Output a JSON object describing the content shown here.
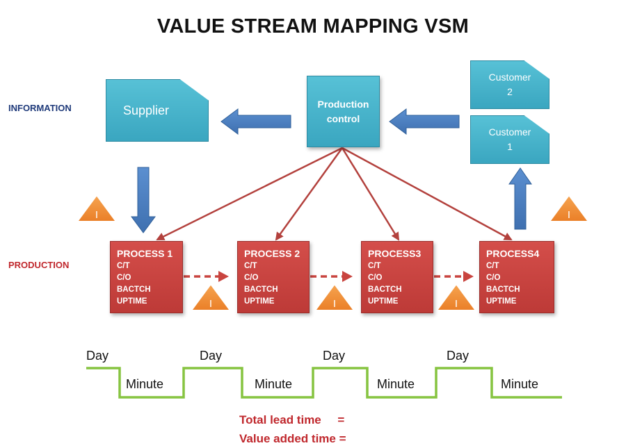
{
  "title": "VALUE STREAM MAPPING VSM",
  "rows": {
    "information": "INFORMATION",
    "production": "PRODUCTION"
  },
  "supplier": {
    "label": "Supplier"
  },
  "production_control": {
    "line1": "Production",
    "line2": "control"
  },
  "customers": [
    {
      "line1": "Customer",
      "line2": "2"
    },
    {
      "line1": "Customer",
      "line2": "1"
    }
  ],
  "processes": [
    {
      "name": "PROCESS 1",
      "fields": [
        "C/T",
        "C/O",
        "BACTCH",
        "UPTIME"
      ]
    },
    {
      "name": "PROCESS 2",
      "fields": [
        "C/T",
        "C/O",
        "BACTCH",
        "UPTIME"
      ]
    },
    {
      "name": "PROCESS3",
      "fields": [
        "C/T",
        "C/O",
        "BACTCH",
        "UPTIME"
      ]
    },
    {
      "name": "PROCESS4",
      "fields": [
        "C/T",
        "C/O",
        "BACTCH",
        "UPTIME"
      ]
    }
  ],
  "inventory_symbol": "I",
  "timeline": {
    "day_labels": [
      "Day",
      "Day",
      "Day",
      "Day"
    ],
    "minute_labels": [
      "Minute",
      "Minute",
      "Minute",
      "Minute"
    ]
  },
  "totals": {
    "lead_time": "Total lead time     =",
    "value_added": "Value added time ="
  },
  "colors": {
    "teal": "#45b2ca",
    "process_red": "#c9443f",
    "info_arrow_blue": "#4a7fc1",
    "push_arrow_red": "#b3413d",
    "inventory_orange": "#f0913a",
    "timeline_green": "#86c440",
    "info_label": "#1f3a7a",
    "prod_label": "#c0282d"
  }
}
